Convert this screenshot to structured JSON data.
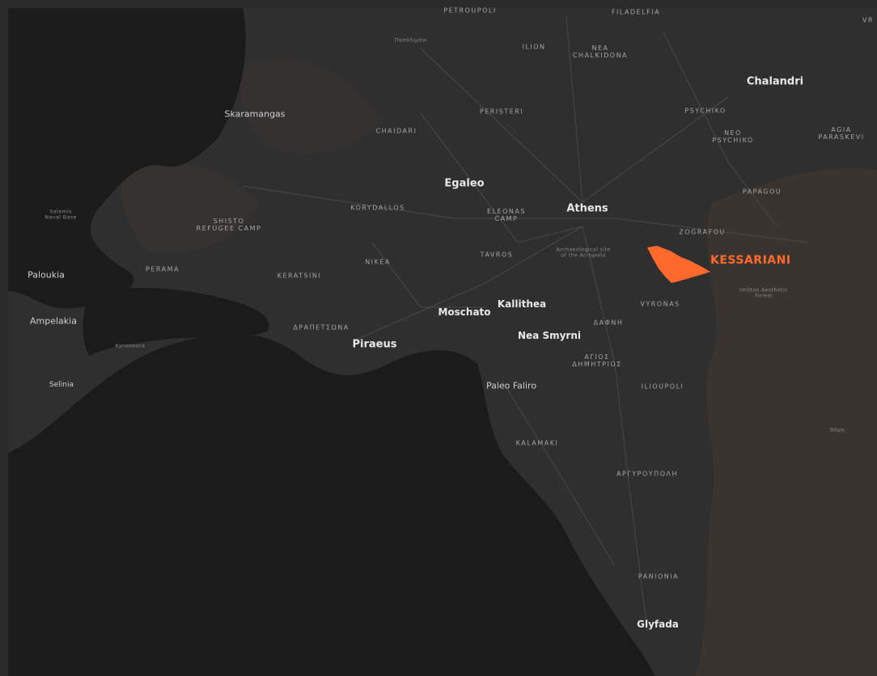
{
  "map": {
    "colors": {
      "land": "#2f2f2f",
      "water": "#1b1b1b",
      "hills": "#3a3430",
      "roads": "#454545",
      "highlight": "#ff6a2c"
    },
    "highlight_label": "KESSARIANI",
    "labels": {
      "petroupoli": "PETROUPOLI",
      "filadelfia": "FILADELFIA",
      "ilion": "ILION",
      "nea_chalkidona": "NEA\nCHALKIDONA",
      "pasalimani": "Πασάλιμάνι",
      "chalandri": "Chalandri",
      "skaramangas": "Skaramangas",
      "peristeri": "PERISTERI",
      "chaidari": "CHAIDARI",
      "psychiko": "PSYCHIKO",
      "neo_psychiko": "NEO\nPSYCHIKO",
      "agia_paraskevi": "AGIA\nPARASKEVI",
      "egaleo": "Egaleo",
      "papagou": "PAPAGOU",
      "salamis_naval_base": "Salamis\nNaval Base",
      "shisto": "SHISTO\nREFUGEE CAMP",
      "korydallos": "KORYDALLOS",
      "eleonas": "ELEONAS\nCAMP",
      "athens": "Athens",
      "zografou": "ZOGRAFOU",
      "acropolis": "Archaeological site\nof the Acropolis",
      "perama": "PERAMA",
      "nikea": "NIKEA",
      "tavros": "TAVROS",
      "keratsini": "KERATSINI",
      "paloukia": "Paloukia",
      "aesthetic_forest": "Imittos Aesthetic\nForest",
      "vyronas": "VYRONAS",
      "moschato": "Moschato",
      "kallithea": "Kallithea",
      "ampelakia": "Ampelakia",
      "drapetsona": "ΔΡΑΠΕΤΣΩΝΑ",
      "dafni": "ΔΑΦΝΗ",
      "nea_smyrni": "Nea Smyrni",
      "piraeus": "Piraeus",
      "kynosoura": "Kynosoura",
      "agios_dimitrios": "ΑΓΙΟΣ\nΔΗΜΗΤΡΙΟΣ",
      "selinia": "Selinia",
      "paleo_faliro": "Paleo Faliro",
      "ilioupoli": "ILIOUPOLI",
      "vari": "Βάρη",
      "kalamaki": "KALAMAKI",
      "argyroupoli": "ΑΡΓΥΡΟΥΠΟΛΗ",
      "panionia": "PANIONIA",
      "glyfada": "Glyfada",
      "vr": "VR"
    }
  }
}
